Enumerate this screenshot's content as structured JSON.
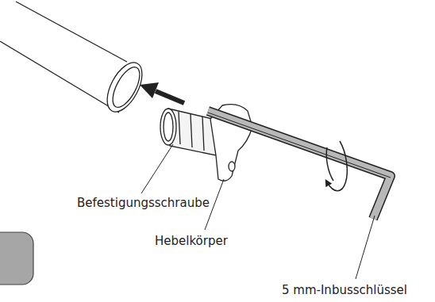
{
  "diagram": {
    "labels": [
      "Befestigungsschraube",
      "Hebelkörper",
      "5 mm-Inbusschlüssel"
    ]
  }
}
